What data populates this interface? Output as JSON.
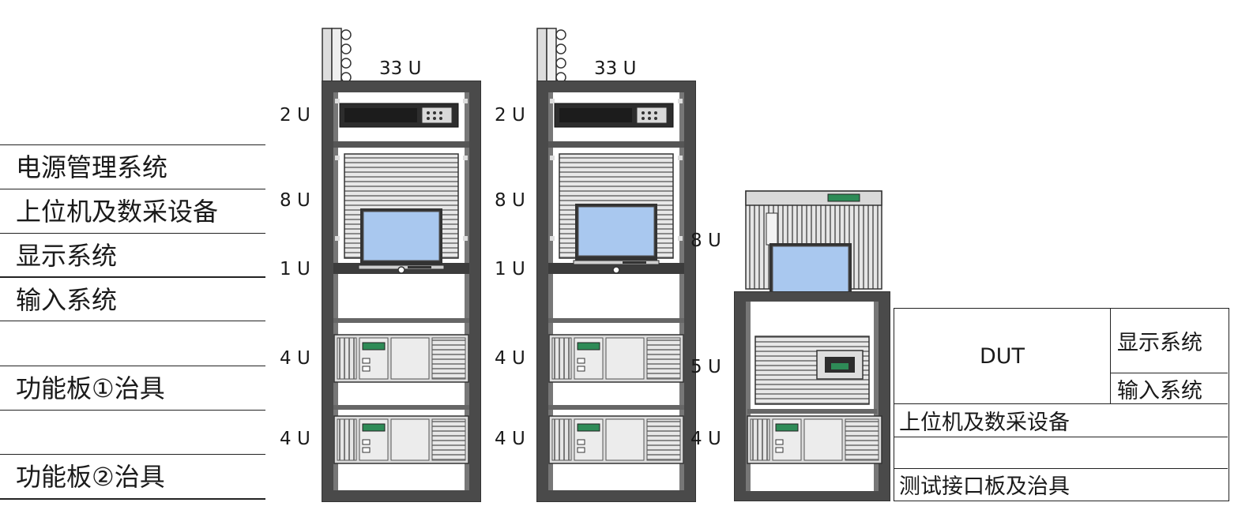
{
  "left_labels": [
    "电源管理系统",
    "上位机及数采设备",
    "显示系统",
    "输入系统",
    "功能板①治具",
    "功能板②治具"
  ],
  "rack1": {
    "total": "33 U",
    "units": [
      "2 U",
      "8 U",
      "1 U",
      "4 U",
      "4 U"
    ]
  },
  "rack2": {
    "total": "33 U",
    "units": [
      "2 U",
      "8 U",
      "1 U",
      "4 U",
      "4 U"
    ]
  },
  "rack3": {
    "units": [
      "8 U",
      "5 U",
      "4 U"
    ]
  },
  "dut_table": {
    "dut": "DUT",
    "display": "显示系统",
    "input": "输入系统",
    "host": "上位机及数采设备",
    "empty": "",
    "interface": "测试接口板及治具"
  },
  "colors": {
    "rack_frame": "#4a4a4a",
    "rack_inner": "#3c3c3c",
    "monitor_screen": "#a9c8ef",
    "device_body": "#e8e8e8",
    "device_accent": "#2e8b57"
  }
}
